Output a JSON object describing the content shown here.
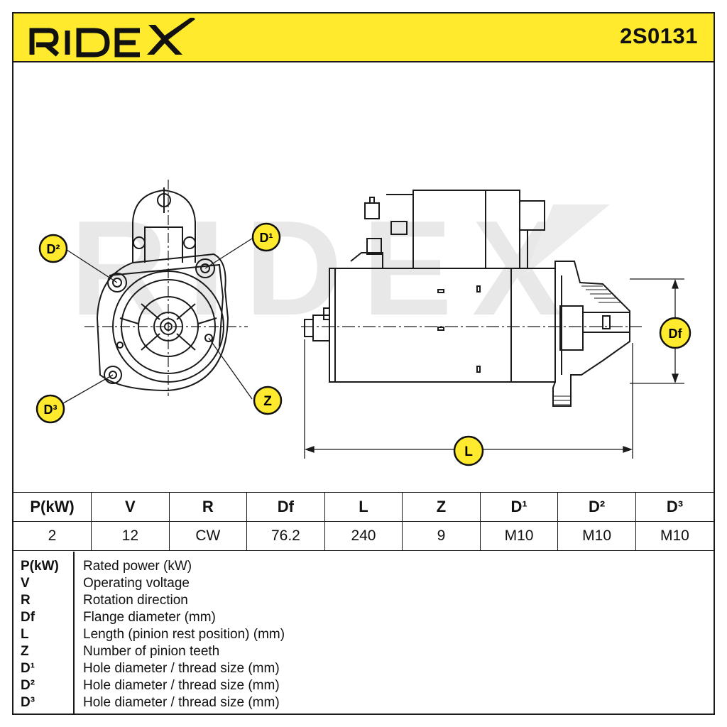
{
  "header": {
    "brand": "RIDEX",
    "part_number": "2S0131"
  },
  "drawing": {
    "watermark": "RIDEX",
    "labels": {
      "d1": "D¹",
      "d2": "D²",
      "d3": "D³",
      "z": "Z",
      "df": "Df",
      "l": "L"
    },
    "colors": {
      "badge_fill": "#ffea2e",
      "badge_stroke": "#111111",
      "line": "#1a1a1a",
      "watermark": "#e6e6e6"
    }
  },
  "specs": {
    "headers": [
      "P(kW)",
      "V",
      "R",
      "Df",
      "L",
      "Z",
      "D¹",
      "D²",
      "D³"
    ],
    "values": [
      "2",
      "12",
      "CW",
      "76.2",
      "240",
      "9",
      "M10",
      "M10",
      "M10"
    ]
  },
  "legend": [
    {
      "key": "P(kW)",
      "desc": "Rated power (kW)"
    },
    {
      "key": "V",
      "desc": "Operating voltage"
    },
    {
      "key": "R",
      "desc": "Rotation direction"
    },
    {
      "key": "Df",
      "desc": "Flange diameter (mm)"
    },
    {
      "key": "L",
      "desc": "Length (pinion rest position) (mm)"
    },
    {
      "key": "Z",
      "desc": "Number of pinion teeth"
    },
    {
      "key": "D¹",
      "desc": "Hole diameter / thread size (mm)"
    },
    {
      "key": "D²",
      "desc": "Hole diameter / thread size (mm)"
    },
    {
      "key": "D³",
      "desc": "Hole diameter / thread size (mm)"
    }
  ]
}
